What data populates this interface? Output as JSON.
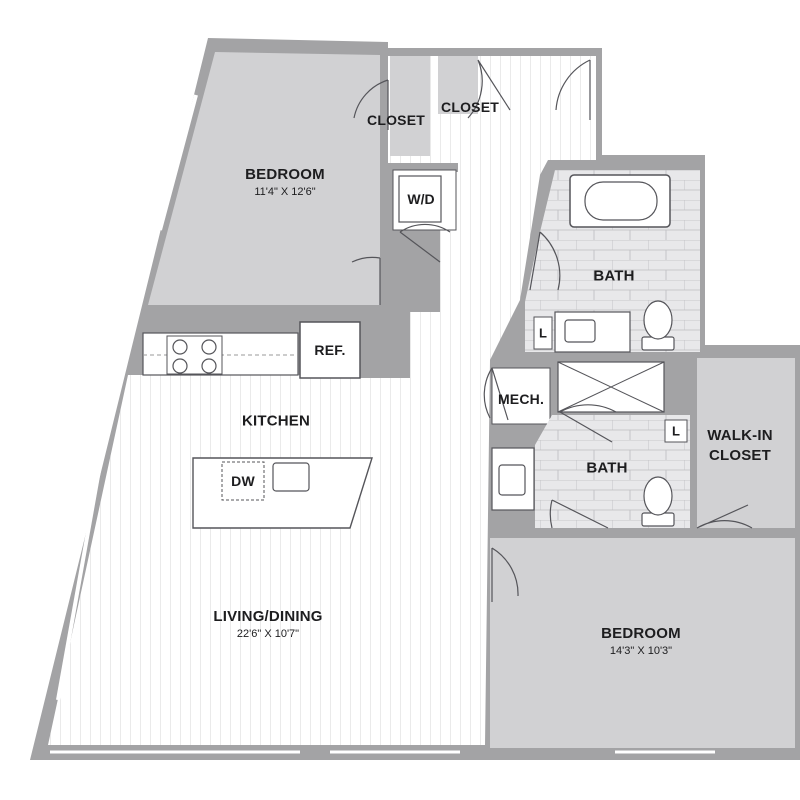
{
  "rooms": {
    "bedroom_1": {
      "name": "BEDROOM",
      "dims": "11'4\" X 12'6\""
    },
    "closet_1": "CLOSET",
    "closet_2": "CLOSET",
    "washer_dryer": "W/D",
    "bath_1": "BATH",
    "kitchen": "KITCHEN",
    "refrigerator": "REF.",
    "dishwasher": "DW",
    "mech": "MECH.",
    "bath_2": "BATH",
    "walkin_closet_line1": "WALK-IN",
    "walkin_closet_line2": "CLOSET",
    "linen_1": "L",
    "linen_2": "L",
    "living": {
      "name": "LIVING/DINING",
      "dims": "22'6\" X 10'7\""
    },
    "bedroom_2": {
      "name": "BEDROOM",
      "dims": "14'3\" X 10'3\""
    }
  },
  "colors": {
    "wall": "#a3a3a5",
    "carpet": "#d1d1d3",
    "floor": "#ffffff",
    "tile": "#e6e6e8",
    "line": "#55555a"
  }
}
